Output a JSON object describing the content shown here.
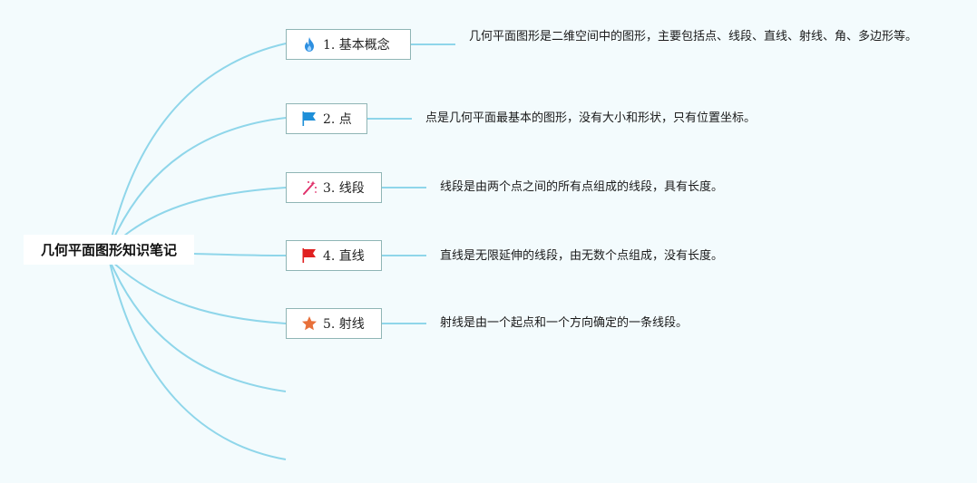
{
  "root": {
    "title": "几何平面图形知识笔记"
  },
  "topics": [
    {
      "label": "1. 基本概念",
      "icon": "fire-icon",
      "note": "几何平面图形是二维空间中的图形，主要包括点、线段、直线、射线、角、多边形等。"
    },
    {
      "label": "2. 点",
      "icon": "blue-flag-icon",
      "note": "点是几何平面最基本的图形，没有大小和形状，只有位置坐标。"
    },
    {
      "label": "3. 线段",
      "icon": "magic-wand-icon",
      "note": "线段是由两个点之间的所有点组成的线段，具有长度。"
    },
    {
      "label": "4. 直线",
      "icon": "red-flag-icon",
      "note": "直线是无限延伸的线段，由无数个点组成，没有长度。"
    },
    {
      "label": "5. 射线",
      "icon": "star-icon",
      "note": "射线是由一个起点和一个方向确定的一条线段。"
    }
  ],
  "colors": {
    "background": "#f3fbfd",
    "branch_line": "#8fd6ea",
    "topic_border": "#8fb5b5",
    "fire": "#2d8fe0",
    "blue_flag": "#1e8fd8",
    "wand": "#e0306a",
    "red_flag": "#e02020",
    "star": "#e8703a"
  }
}
